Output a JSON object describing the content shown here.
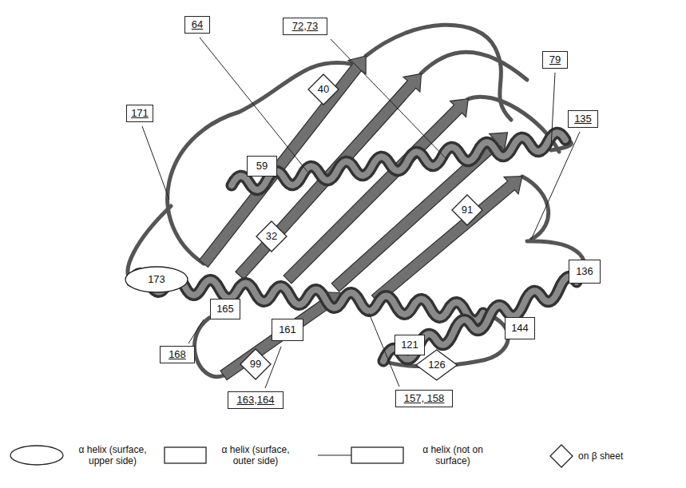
{
  "diagram": {
    "nodes": [
      {
        "text": [
          "64"
        ]
      },
      {
        "text": [
          "72,73"
        ]
      },
      {
        "text": [
          "79"
        ]
      },
      {
        "text": [
          "40"
        ]
      },
      {
        "text": [
          "171"
        ]
      },
      {
        "text": [
          "135"
        ]
      },
      {
        "text": [
          "59"
        ]
      },
      {
        "text": [
          "91"
        ]
      },
      {
        "text": [
          "32"
        ]
      },
      {
        "text": [
          "136"
        ]
      },
      {
        "text": [
          "173"
        ]
      },
      {
        "text": [
          "165"
        ]
      },
      {
        "text": [
          "144"
        ]
      },
      {
        "text": [
          "161"
        ]
      },
      {
        "text": [
          "121"
        ]
      },
      {
        "text": [
          "168"
        ]
      },
      {
        "text": [
          "99"
        ]
      },
      {
        "text": [
          "126"
        ]
      },
      {
        "text": [
          "157, 158"
        ]
      },
      {
        "text": [
          "163,164"
        ]
      }
    ],
    "legend": [
      {
        "text": "α helix (surface, upper side)"
      },
      {
        "text": "α helix (surface, outer side)"
      },
      {
        "text": "α helix (not on surface)"
      },
      {
        "text": "on β sheet"
      }
    ]
  }
}
